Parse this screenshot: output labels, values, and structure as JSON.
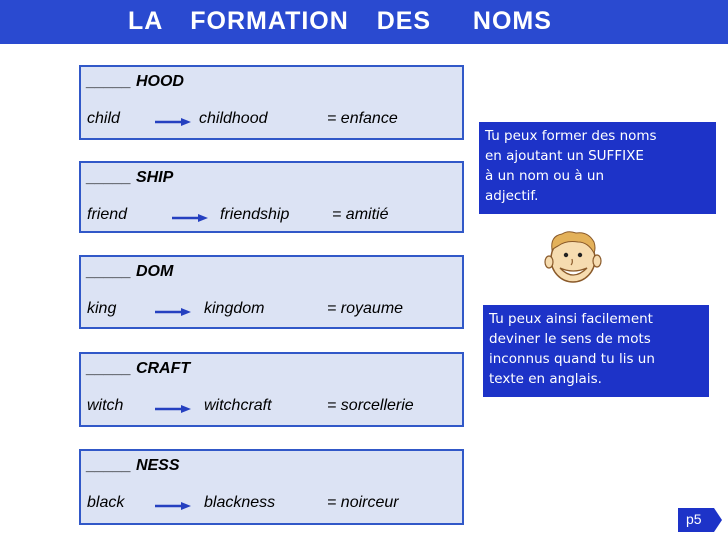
{
  "title": "LA  FORMATION  DES   NOMS",
  "blank": "_____ ",
  "boxes": [
    {
      "suffix": "HOOD",
      "word": "child",
      "derived": "childhood",
      "translation": "= enfance"
    },
    {
      "suffix": "SHIP",
      "word": "friend",
      "derived": "friendship",
      "translation": "= amitié"
    },
    {
      "suffix": "DOM",
      "word": "king",
      "derived": "kingdom",
      "translation": "= royaume"
    },
    {
      "suffix": "CRAFT",
      "word": "witch",
      "derived": "witchcraft",
      "translation": "= sorcellerie"
    },
    {
      "suffix": "NESS",
      "word": "black",
      "derived": "blackness",
      "translation": "= noirceur"
    }
  ],
  "info1": [
    "Tu peux former des noms",
    "en ajoutant un  SUFFIXE",
    "à  un nom  ou à un",
    "adjectif."
  ],
  "info2": [
    "Tu peux ainsi facilement",
    "deviner le sens de mots",
    "inconnus quand tu lis un",
    "texte en anglais."
  ],
  "page_label": "p5",
  "colors": {
    "title_bg": "#2a4ad0",
    "box_border": "#3158c8",
    "box_bg": "#dce3f4",
    "info_bg": "#1d33c8",
    "arrow": "#2540c0"
  },
  "icons": {
    "arrow": "right-arrow-icon",
    "face": "smiling-face-icon"
  }
}
